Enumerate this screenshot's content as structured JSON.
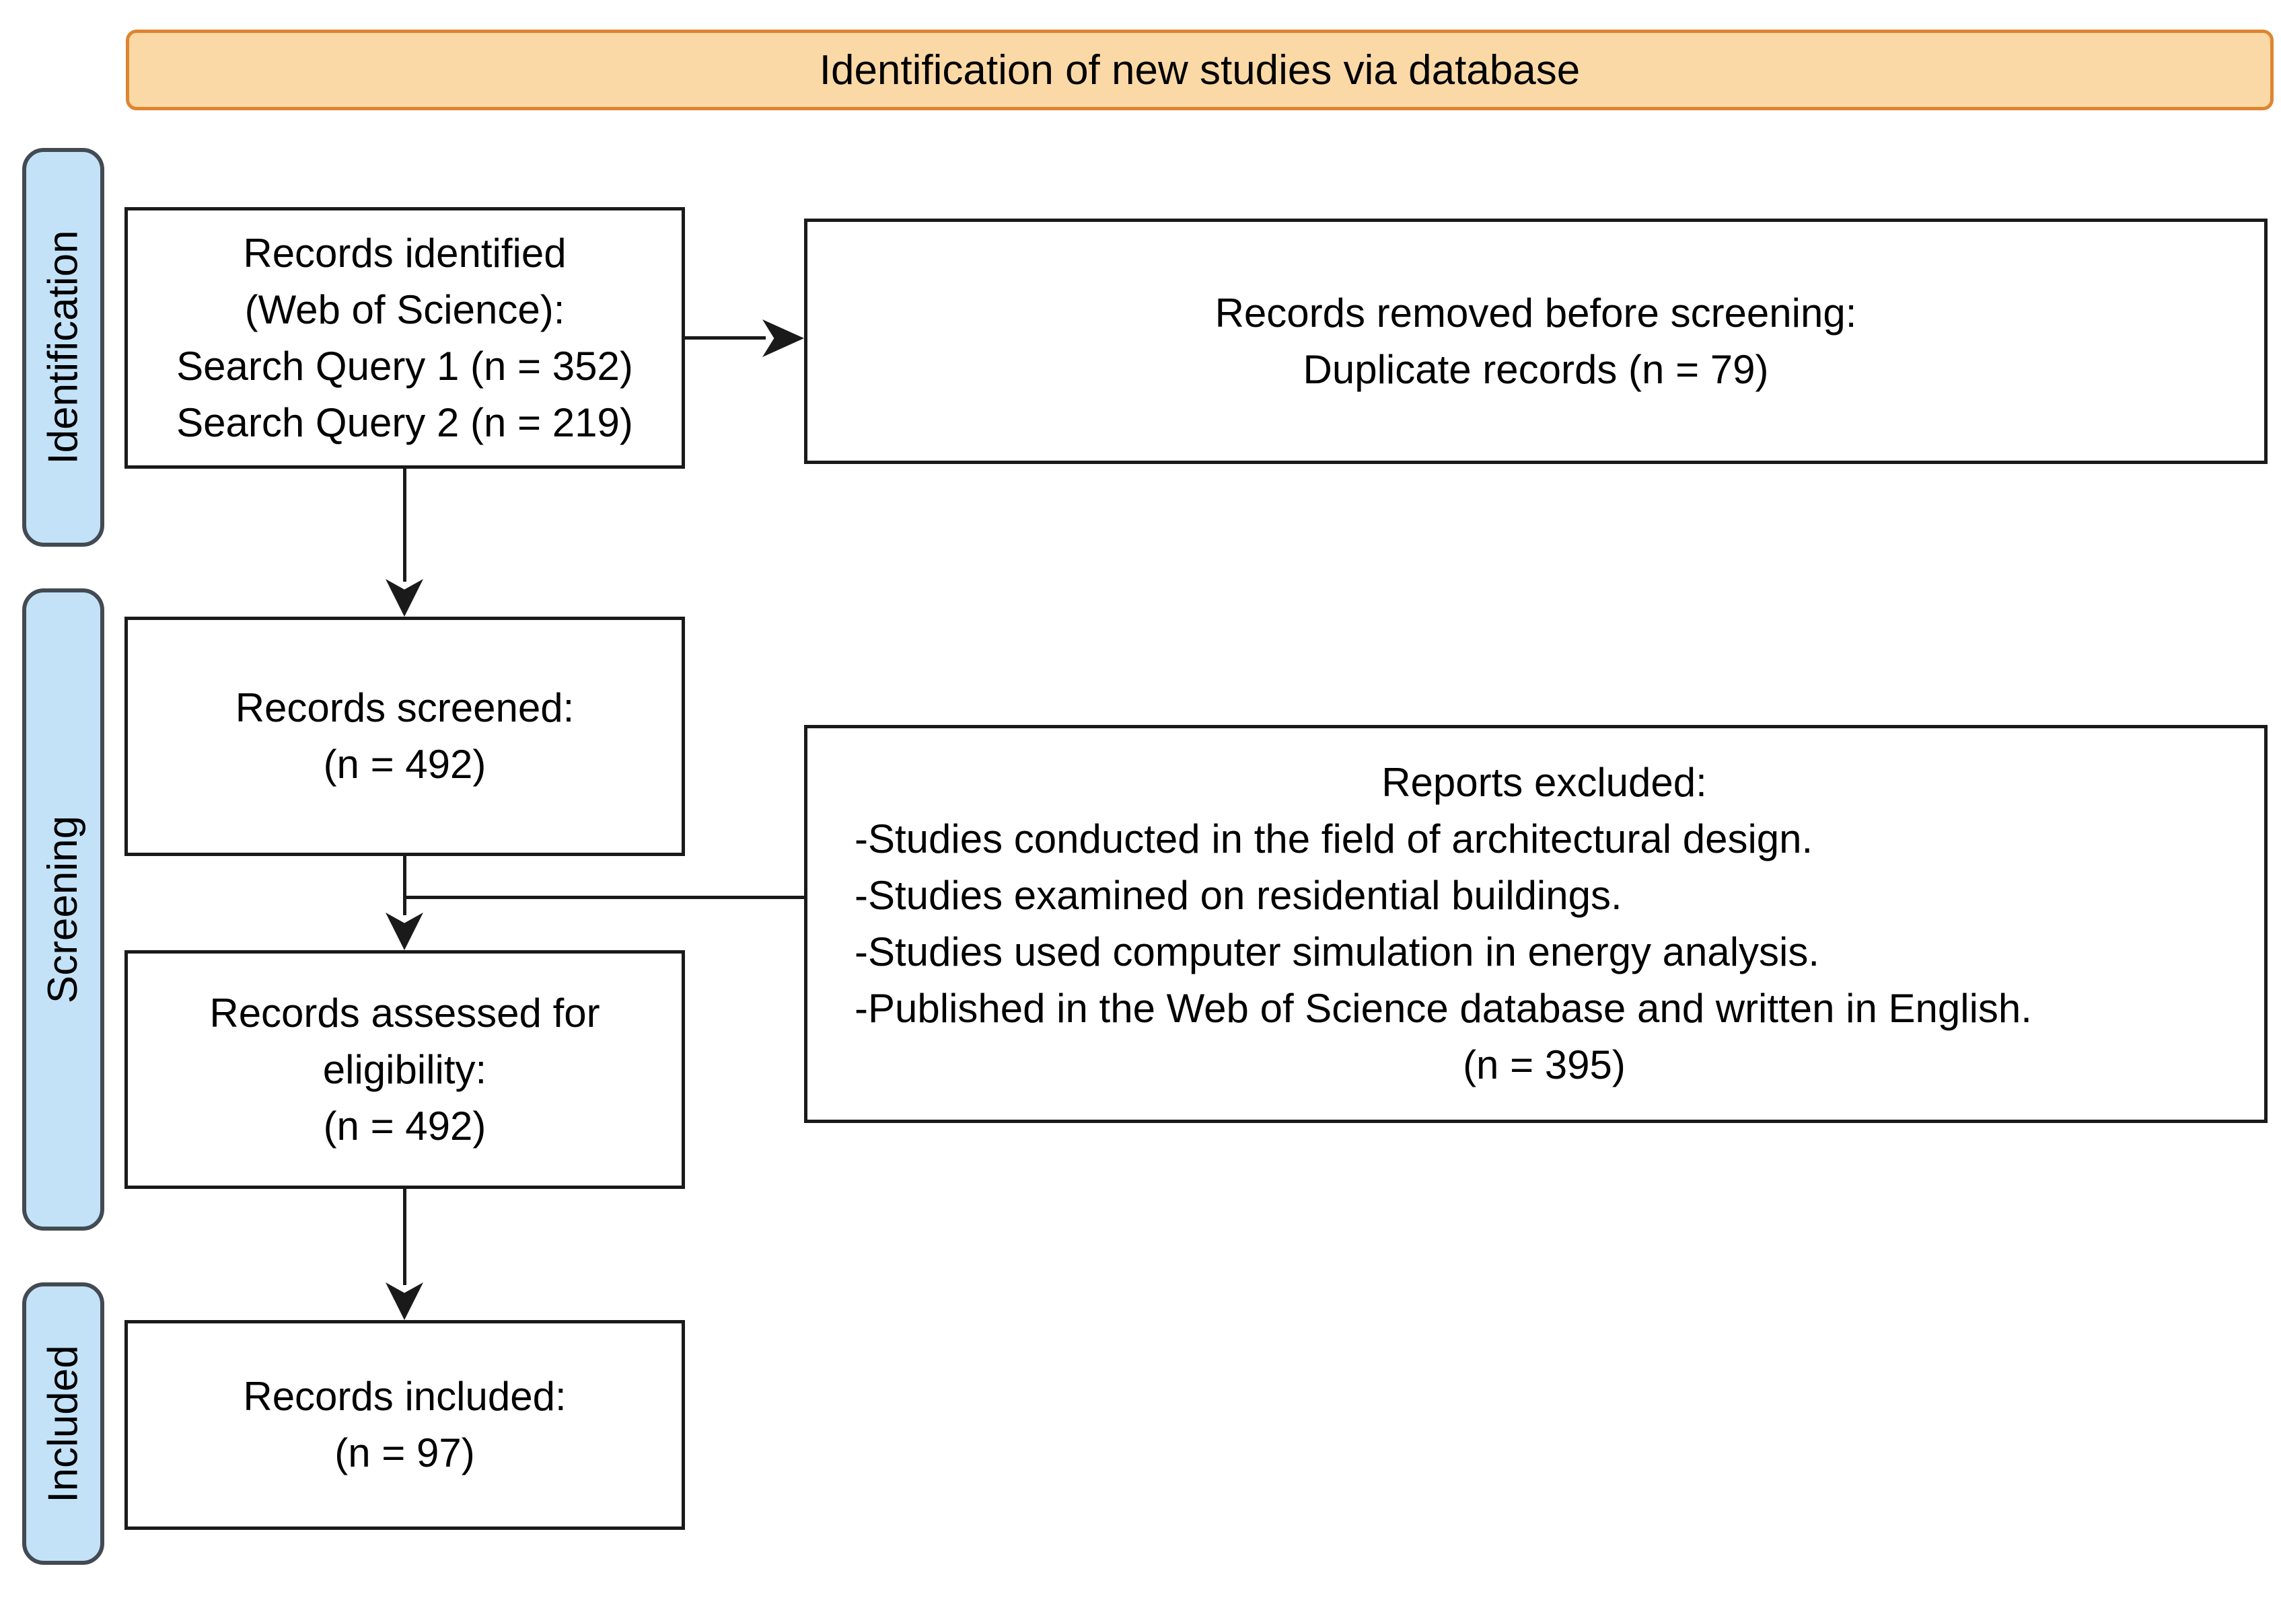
{
  "banner": {
    "label": "Identification of new studies via database"
  },
  "stages": [
    {
      "label": "Identification"
    },
    {
      "label": "Screening"
    },
    {
      "label": "Included"
    }
  ],
  "boxes": {
    "records_identified": {
      "lines": [
        "Records identified",
        "(Web of Science):",
        "Search Query 1 (n = 352)",
        "Search Query 2 (n = 219)"
      ]
    },
    "records_removed": {
      "lines": [
        "Records removed before screening:",
        "Duplicate records (n = 79)"
      ]
    },
    "records_screened": {
      "lines": [
        "Records screened:",
        "(n = 492)"
      ]
    },
    "reports_excluded": {
      "title": "Reports excluded:",
      "items": [
        "-Studies conducted in the field of architectural design.",
        "-Studies examined on residential buildings.",
        "-Studies used computer simulation in energy analysis.",
        "-Published in the Web of Science database and written in English."
      ],
      "count": "(n = 395)"
    },
    "records_assessed": {
      "lines": [
        "Records assessed for",
        "eligibility:",
        "(n = 492)"
      ]
    },
    "records_included": {
      "lines": [
        "Records included:",
        "(n = 97)"
      ]
    }
  },
  "colors": {
    "banner_fill": "#FBD9A6",
    "banner_border": "#DF8430",
    "stage_fill": "#C3E2F8",
    "stage_border": "#434A52",
    "box_border": "#1A1A1A",
    "line_color": "#1A1A1A",
    "text_color": "#000000",
    "page_bg": "#FFFFFF"
  }
}
